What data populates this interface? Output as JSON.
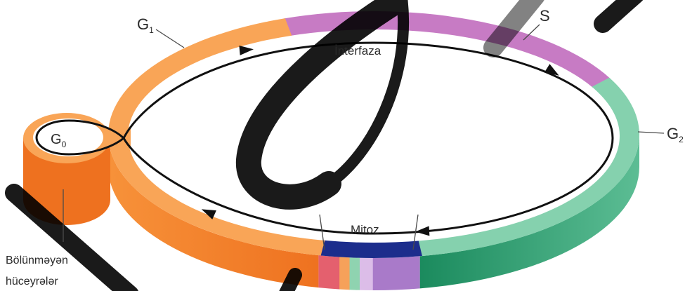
{
  "labels": {
    "g1": {
      "main": "G",
      "sub": "1"
    },
    "s": "S",
    "interphase": "İnterfaza",
    "g2": {
      "main": "G",
      "sub": "2"
    },
    "g0": {
      "main": "G",
      "sub": "0"
    },
    "mitosis": "Mitoz",
    "non_dividing": {
      "line1": "Bölünməyən",
      "line2": "hüceyrələr"
    }
  },
  "colors": {
    "g1_top": "#f9a557",
    "g1_side_light": "#f7923a",
    "g1_side_dark": "#ee711f",
    "s_top": "#c77bc4",
    "g2_top": "#85d1ae",
    "g2_side_dark": "#1a8a5d",
    "g2_side_light": "#5cbd94",
    "m_top": "#1c2d8c",
    "m_side_stripes": [
      "#e4606e",
      "#f6a15a",
      "#8fd3b0",
      "#dcbde8",
      "#a97ac9"
    ],
    "cycle_line": "#111111",
    "watermark": "#000000"
  }
}
